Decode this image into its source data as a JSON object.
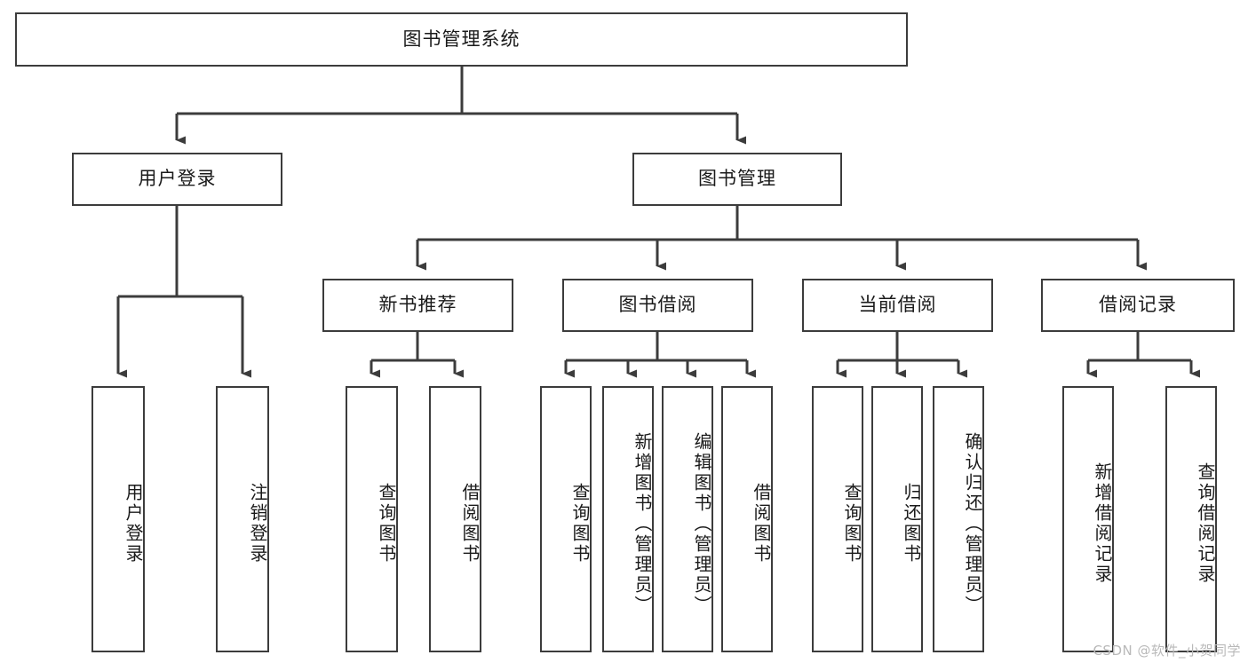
{
  "diagram": {
    "title": "图书管理系统",
    "type": "tree-hierarchy-chart",
    "orientation": "top-down",
    "colors": {
      "box_border": "#3c3c3c",
      "box_fill": "#ffffff",
      "connector": "#3c3c3c",
      "text": "#1a1a1a",
      "background": "#ffffff",
      "watermark": "#b9b9b9"
    },
    "root": {
      "id": "root",
      "label": "图书管理系统",
      "orientation": "horizontal"
    },
    "level1": [
      {
        "id": "user-login",
        "label": "用户登录",
        "orientation": "horizontal"
      },
      {
        "id": "book-manage",
        "label": "图书管理",
        "orientation": "horizontal"
      }
    ],
    "level2": [
      {
        "id": "new-book-recommend",
        "label": "新书推荐",
        "orientation": "horizontal",
        "parent": "book-manage"
      },
      {
        "id": "book-borrow",
        "label": "图书借阅",
        "orientation": "horizontal",
        "parent": "book-manage"
      },
      {
        "id": "current-borrow",
        "label": "当前借阅",
        "orientation": "horizontal",
        "parent": "book-manage"
      },
      {
        "id": "borrow-record",
        "label": "借阅记录",
        "orientation": "horizontal",
        "parent": "book-manage"
      }
    ],
    "leaves": [
      {
        "id": "leaf-user-login",
        "label": "用户登录",
        "parent": "user-login",
        "orientation": "vertical"
      },
      {
        "id": "leaf-logout",
        "label": "注销登录",
        "parent": "user-login",
        "orientation": "vertical"
      },
      {
        "id": "leaf-query-book-1",
        "label": "查询图书",
        "parent": "new-book-recommend",
        "orientation": "vertical"
      },
      {
        "id": "leaf-borrow-book-1",
        "label": "借阅图书",
        "parent": "new-book-recommend",
        "orientation": "vertical"
      },
      {
        "id": "leaf-query-book-2",
        "label": "查询图书",
        "parent": "book-borrow",
        "orientation": "vertical"
      },
      {
        "id": "leaf-add-book",
        "label": "新增图书（管理员）",
        "parent": "book-borrow",
        "orientation": "vertical"
      },
      {
        "id": "leaf-edit-book",
        "label": "编辑图书（管理员）",
        "parent": "book-borrow",
        "orientation": "vertical"
      },
      {
        "id": "leaf-borrow-book-2",
        "label": "借阅图书",
        "parent": "book-borrow",
        "orientation": "vertical"
      },
      {
        "id": "leaf-query-book-3",
        "label": "查询图书",
        "parent": "current-borrow",
        "orientation": "vertical"
      },
      {
        "id": "leaf-return-book",
        "label": "归还图书",
        "parent": "current-borrow",
        "orientation": "vertical"
      },
      {
        "id": "leaf-confirm-return",
        "label": "确认归还（管理员）",
        "parent": "current-borrow",
        "orientation": "vertical"
      },
      {
        "id": "leaf-add-record",
        "label": "新增借阅记录",
        "parent": "borrow-record",
        "orientation": "vertical"
      },
      {
        "id": "leaf-query-record",
        "label": "查询借阅记录",
        "parent": "borrow-record",
        "orientation": "vertical"
      }
    ],
    "watermark": "CSDN @软件_小贺同学"
  }
}
